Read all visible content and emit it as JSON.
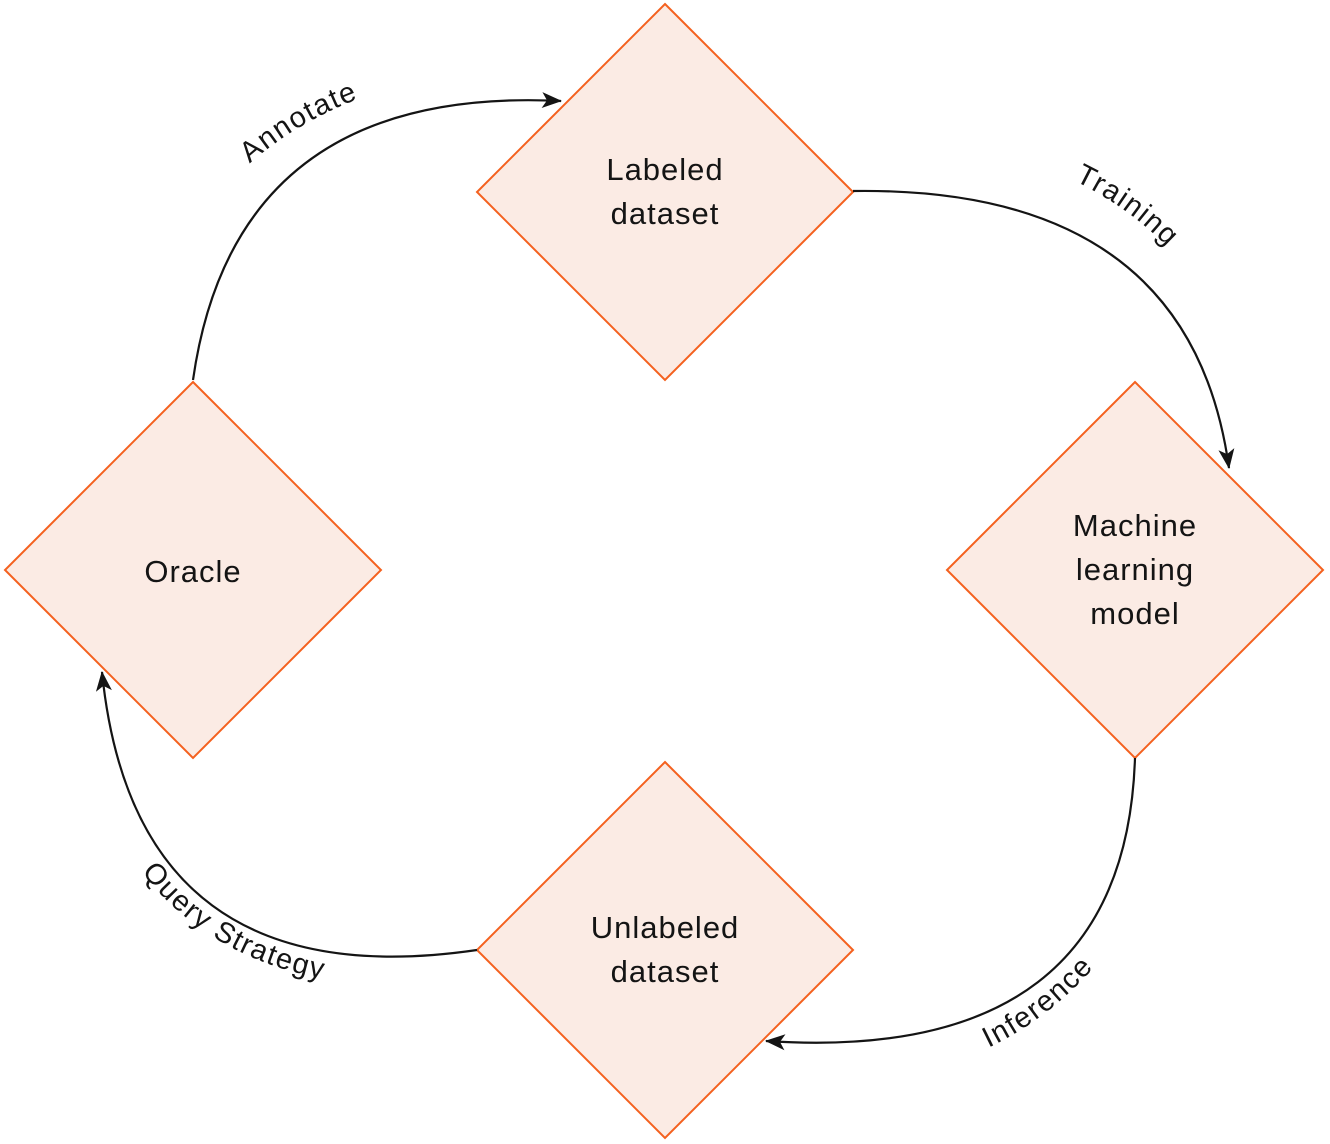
{
  "diagram": {
    "type": "cycle-flowchart",
    "nodes": {
      "labeled": {
        "label": "Labeled\ndataset"
      },
      "ml": {
        "label": "Machine\nlearning\nmodel"
      },
      "unlabeled": {
        "label": "Unlabeled\ndataset"
      },
      "oracle": {
        "label": "Oracle"
      }
    },
    "edges": {
      "annotate": {
        "label": "Annotate",
        "from": "Oracle",
        "to": "Labeled dataset"
      },
      "training": {
        "label": "Training",
        "from": "Labeled dataset",
        "to": "Machine learning model"
      },
      "inference": {
        "label": "Inference",
        "from": "Machine learning model",
        "to": "Unlabeled dataset"
      },
      "query": {
        "label": "Query Strategy",
        "from": "Unlabeled dataset",
        "to": "Oracle"
      }
    },
    "colors": {
      "node_fill": "#FBEBE4",
      "node_stroke": "#F4611F",
      "arrow": "#141414",
      "text": "#141414",
      "background": "#FFFFFF"
    }
  }
}
